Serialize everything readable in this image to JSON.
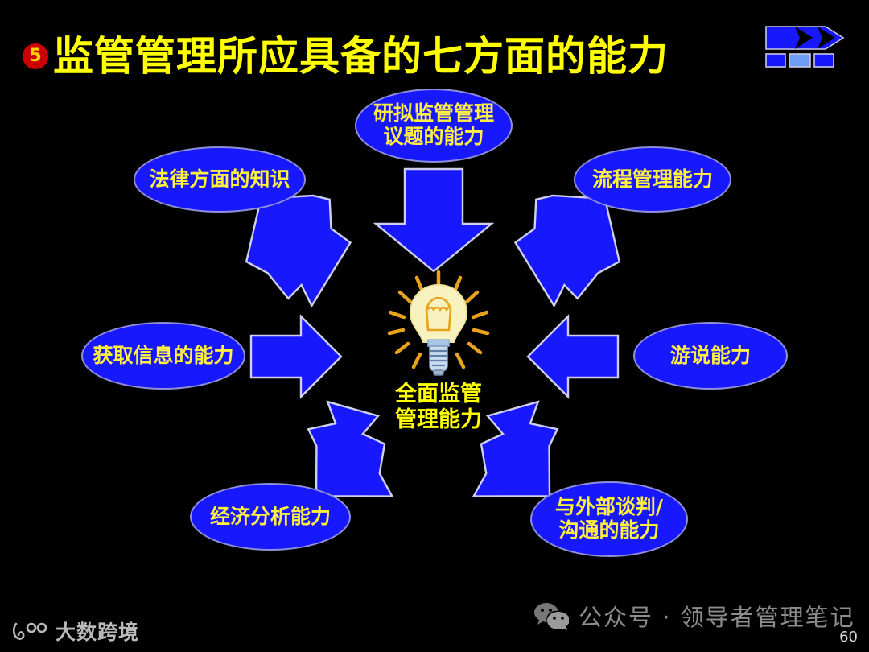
{
  "slide": {
    "background_color": "#000000",
    "accent_blue": "#1818ff",
    "accent_yellow": "#ffff00",
    "label_yellow": "#ffef40",
    "bullet_red": "#cc0000"
  },
  "header": {
    "bullet_number": "5",
    "title": "监管管理所应具备的七方面的能力",
    "logo_name": "chevron-band-logo"
  },
  "center": {
    "icon_name": "lightbulb-icon",
    "label": "全面监管\n管理能力"
  },
  "nodes": [
    {
      "id": "top",
      "label": "研拟监管管理\n议题的能力",
      "name": "node-research-agenda"
    },
    {
      "id": "tl",
      "label": "法律方面的知识",
      "name": "node-legal-knowledge"
    },
    {
      "id": "tr",
      "label": "流程管理能力",
      "name": "node-process-management"
    },
    {
      "id": "left",
      "label": "获取信息的能力",
      "name": "node-information-gathering"
    },
    {
      "id": "right",
      "label": "游说能力",
      "name": "node-lobbying"
    },
    {
      "id": "bl",
      "label": "经济分析能力",
      "name": "node-economic-analysis"
    },
    {
      "id": "br",
      "label": "与外部谈判/\n沟通的能力",
      "name": "node-external-negotiation"
    }
  ],
  "arrows": [
    {
      "name": "arrow-from-top",
      "direction": "down"
    },
    {
      "name": "arrow-from-top-left",
      "direction": "down-right"
    },
    {
      "name": "arrow-from-top-right",
      "direction": "down-left"
    },
    {
      "name": "arrow-from-left",
      "direction": "right"
    },
    {
      "name": "arrow-from-right",
      "direction": "left"
    },
    {
      "name": "arrow-from-bottom-left",
      "direction": "up-right"
    },
    {
      "name": "arrow-from-bottom-right",
      "direction": "up-left"
    }
  ],
  "footer": {
    "brand_text": "大数跨境",
    "brand_icon": "dashukuajing-logo-icon",
    "wechat_icon": "wechat-icon",
    "wechat_text": "公众号 · 领导者管理笔记",
    "page_number": "60"
  }
}
